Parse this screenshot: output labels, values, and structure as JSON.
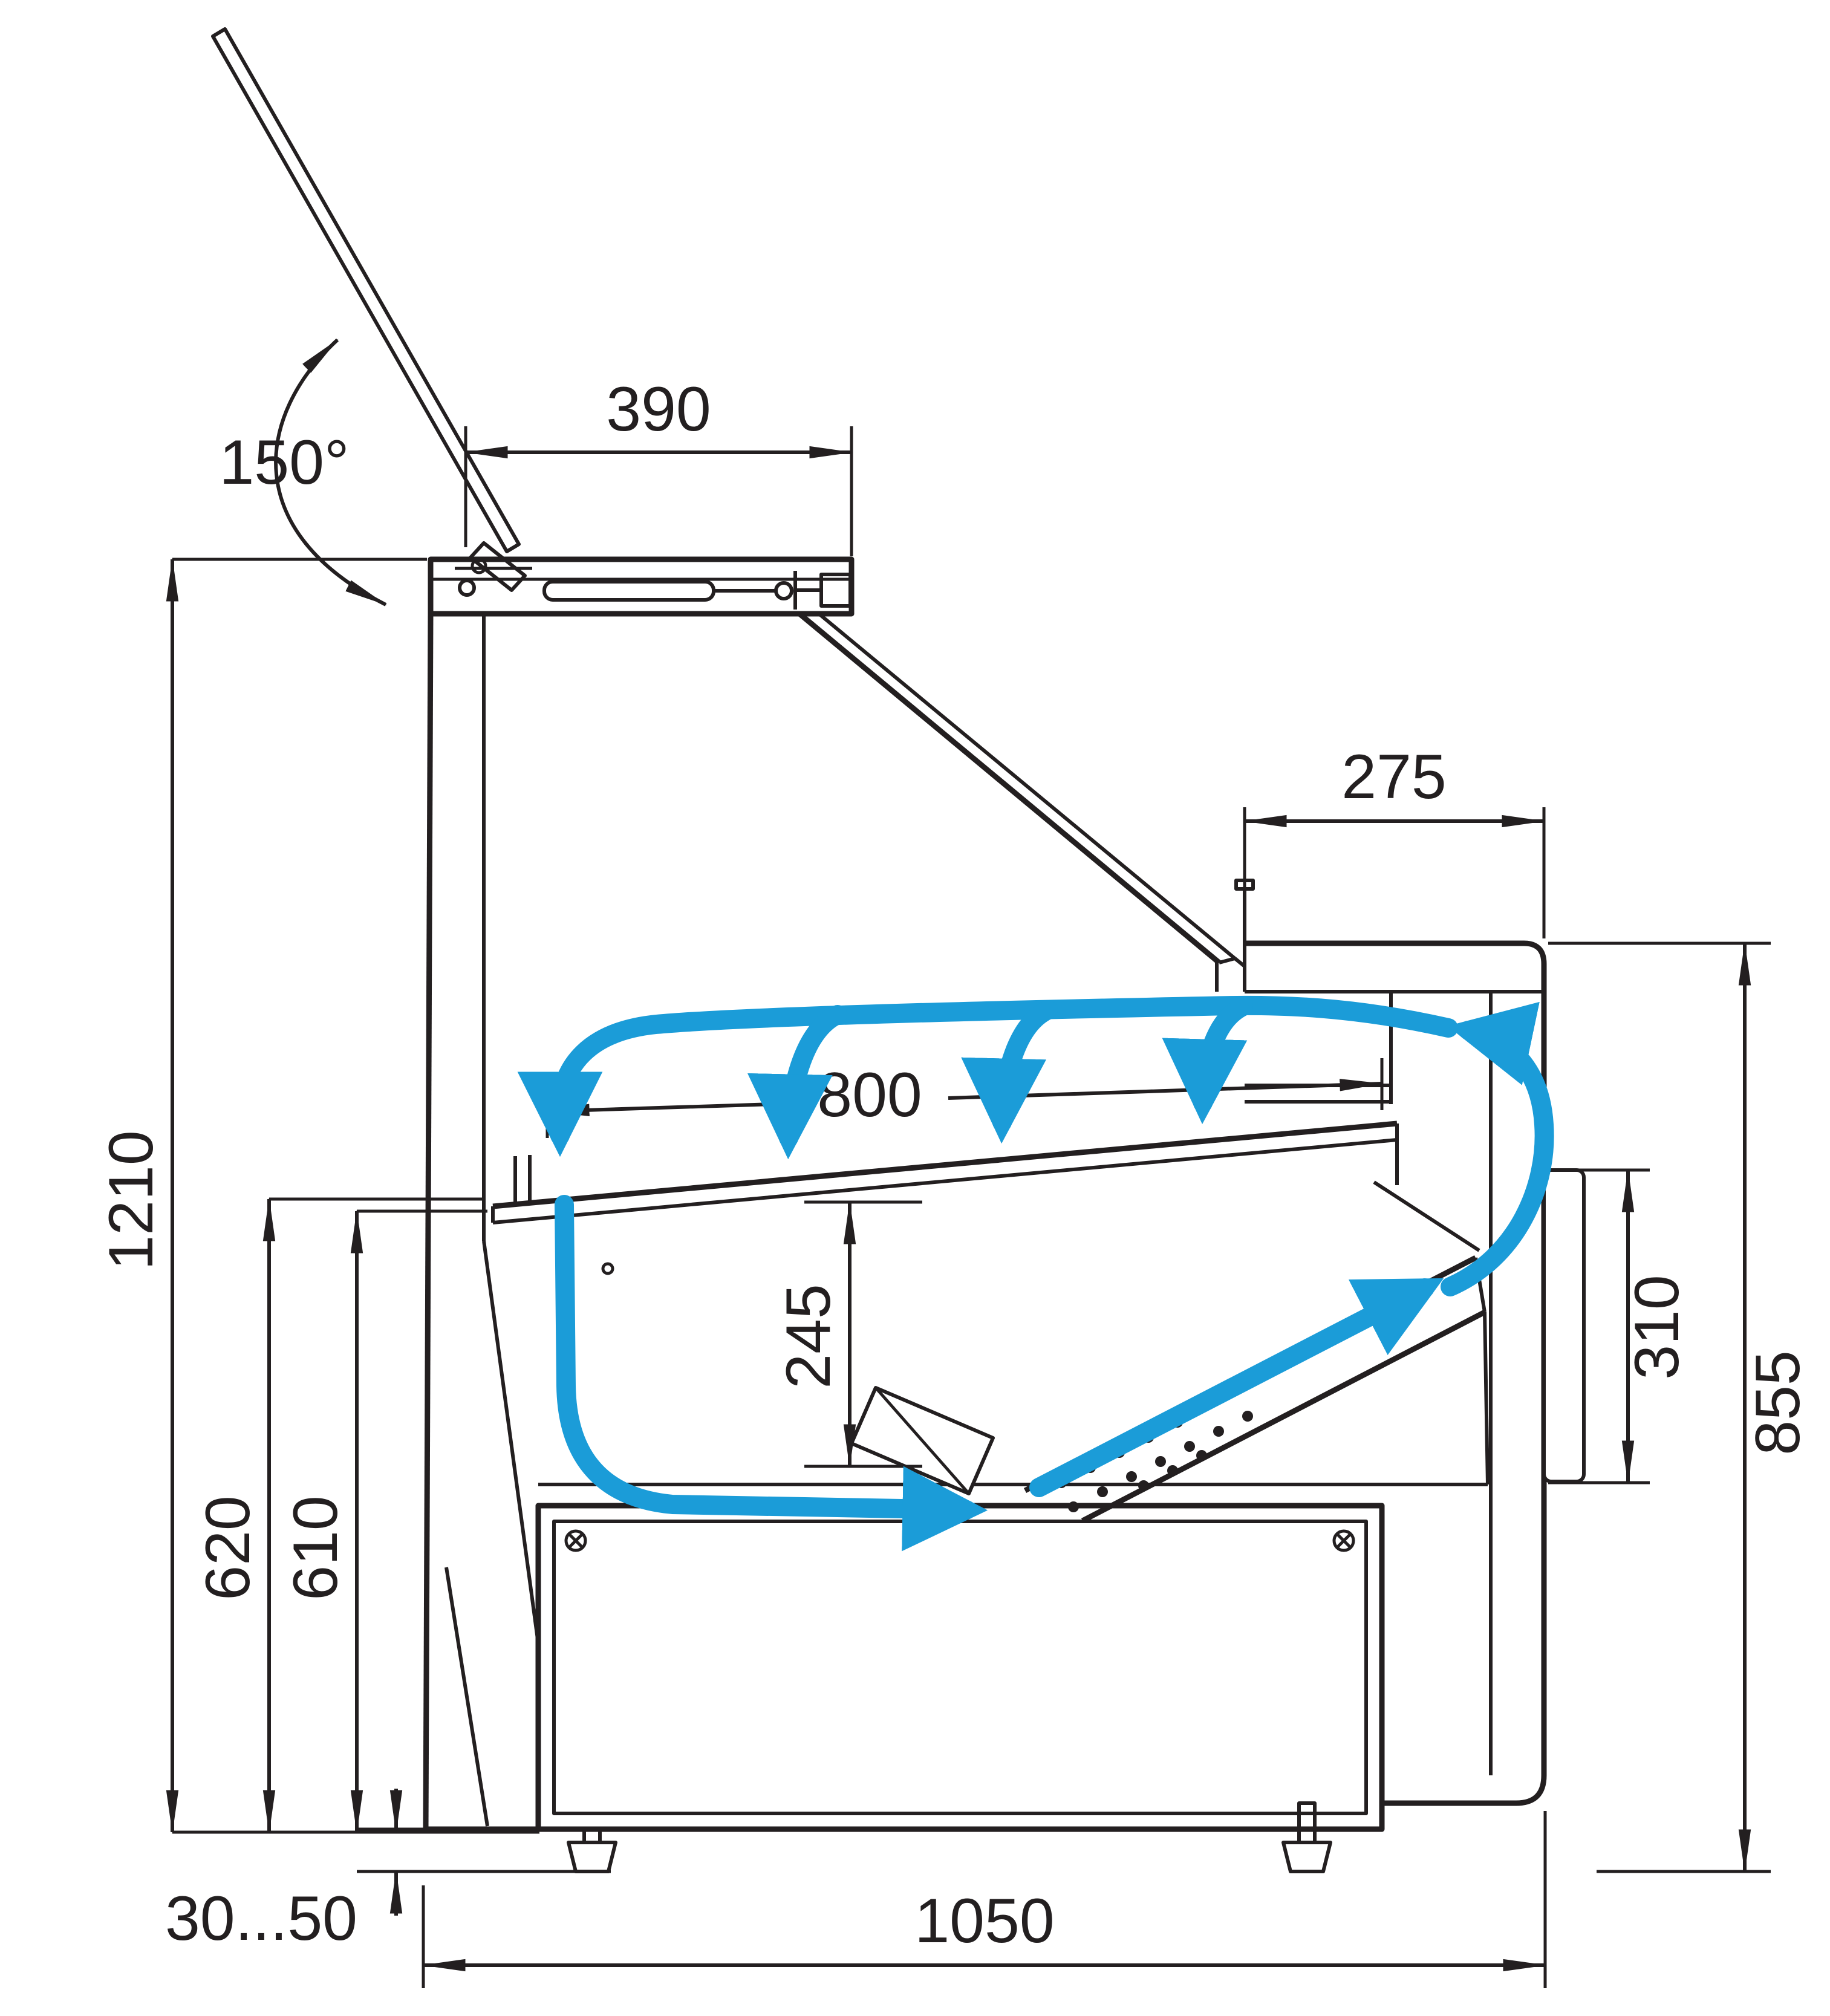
{
  "diagram": {
    "type": "technical-drawing",
    "subject": "refrigerated-display-case-side-section-with-airflow",
    "colors": {
      "line": "#231f20",
      "airflow": "#1b9cd8",
      "background": "#ffffff"
    },
    "dimensions": {
      "lid_angle": "150°",
      "canopy_width": "390",
      "counter_depth": "275",
      "display_depth": "800",
      "overall_height": "1210",
      "rear_height_620": "620",
      "rear_height_610": "610",
      "inner_height_245": "245",
      "panel_height_310": "310",
      "front_height_855": "855",
      "foot_adjust_range": "30...50",
      "base_depth": "1050"
    }
  }
}
